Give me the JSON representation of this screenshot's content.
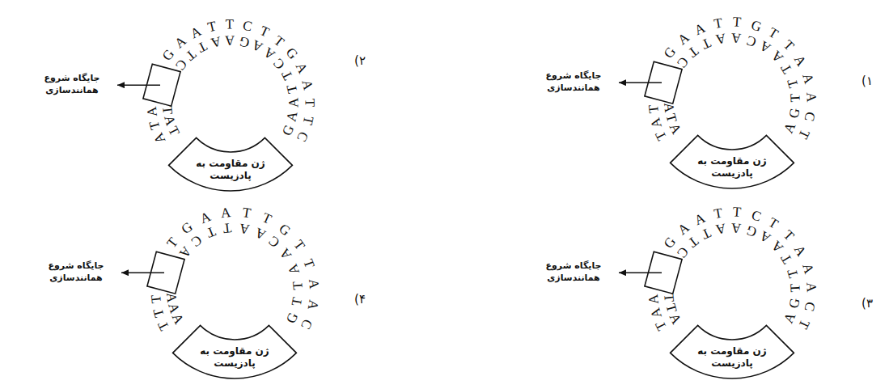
{
  "diagram": {
    "nodes": [
      {
        "text": [
          "ژن مقاومت به پادزیست"
        ]
      },
      {
        "text": [
          "ژن مقاومت به پادزیست"
        ]
      },
      {
        "text": [
          "ژن مقاومت به پادزیست"
        ]
      },
      {
        "text": [
          "ژن مقاومت به پادزیست"
        ]
      }
    ],
    "labels": [
      "۱)",
      "جایگاه شروع همانندسازی",
      "G",
      "A",
      "A",
      "T",
      "T",
      "G",
      "T",
      "T",
      "A",
      "A",
      "A",
      "C",
      "T",
      "C",
      "T",
      "T",
      "A",
      "A",
      "C",
      "A",
      "A",
      "T",
      "T",
      "T",
      "G",
      "A",
      "T",
      "A",
      "T",
      "A",
      "T",
      "A",
      "۲)",
      "جایگاه شروع همانندسازی",
      "G",
      "A",
      "A",
      "T",
      "T",
      "C",
      "T",
      "T",
      "G",
      "A",
      "A",
      "T",
      "T",
      "C",
      "C",
      "T",
      "T",
      "A",
      "A",
      "G",
      "A",
      "A",
      "C",
      "T",
      "T",
      "A",
      "A",
      "G",
      "A",
      "T",
      "A",
      "T",
      "A",
      "T",
      "۳)",
      "جایگاه شروع همانندسازی",
      "G",
      "A",
      "A",
      "T",
      "T",
      "C",
      "T",
      "T",
      "A",
      "A",
      "A",
      "C",
      "T",
      "C",
      "T",
      "T",
      "A",
      "A",
      "G",
      "A",
      "A",
      "T",
      "T",
      "T",
      "G",
      "A",
      "T",
      "A",
      "A",
      "A",
      "T",
      "T",
      "۴)",
      "جایگاه شروع همانندسازی",
      "T",
      "G",
      "A",
      "A",
      "T",
      "T",
      "G",
      "T",
      "T",
      "A",
      "A",
      "C",
      "A",
      "C",
      "T",
      "T",
      "A",
      "A",
      "C",
      "A",
      "A",
      "T",
      "T",
      "G",
      "T",
      "T",
      "T",
      "A",
      "A",
      "A"
    ]
  }
}
